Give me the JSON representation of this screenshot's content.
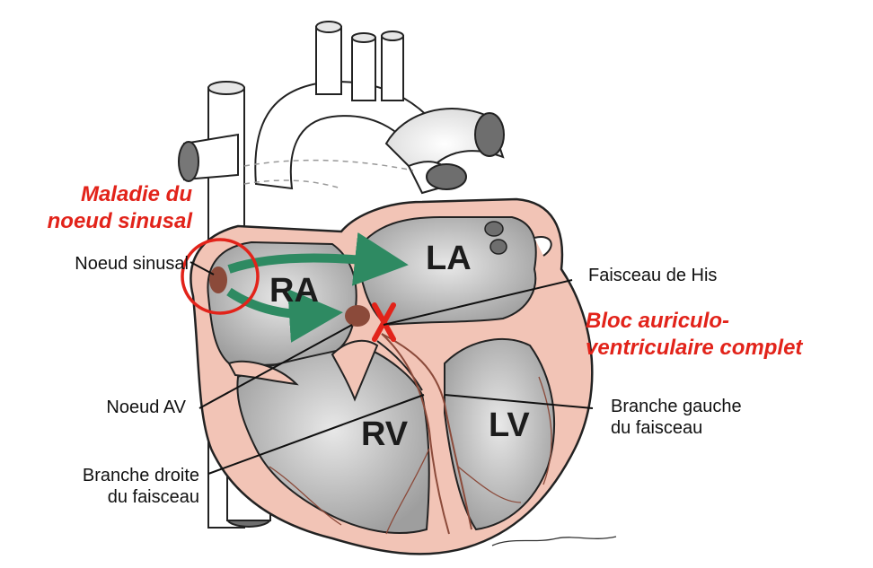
{
  "chambers": {
    "ra": "RA",
    "la": "LA",
    "rv": "RV",
    "lv": "LV"
  },
  "labels": {
    "sinus_disease_line1": "Maladie du",
    "sinus_disease_line2": "noeud sinusal",
    "sinus_node": "Noeud sinusal",
    "av_node": "Noeud AV",
    "his_bundle": "Faisceau de His",
    "av_block_line1": "Bloc auriculo-",
    "av_block_line2": "ventriculaire complet",
    "left_branch_line1": "Branche gauche",
    "left_branch_line2": "du faisceau",
    "right_branch_line1": "Branche droite",
    "right_branch_line2": "du faisceau"
  },
  "colors": {
    "highlight": "#e2231a",
    "arrow": "#2e8a62",
    "tissue": "#f2c4b6",
    "chamber": "#b9b9b9",
    "node": "#8b4a3a"
  },
  "icons": {
    "block_marker": "x-mark-icon"
  }
}
